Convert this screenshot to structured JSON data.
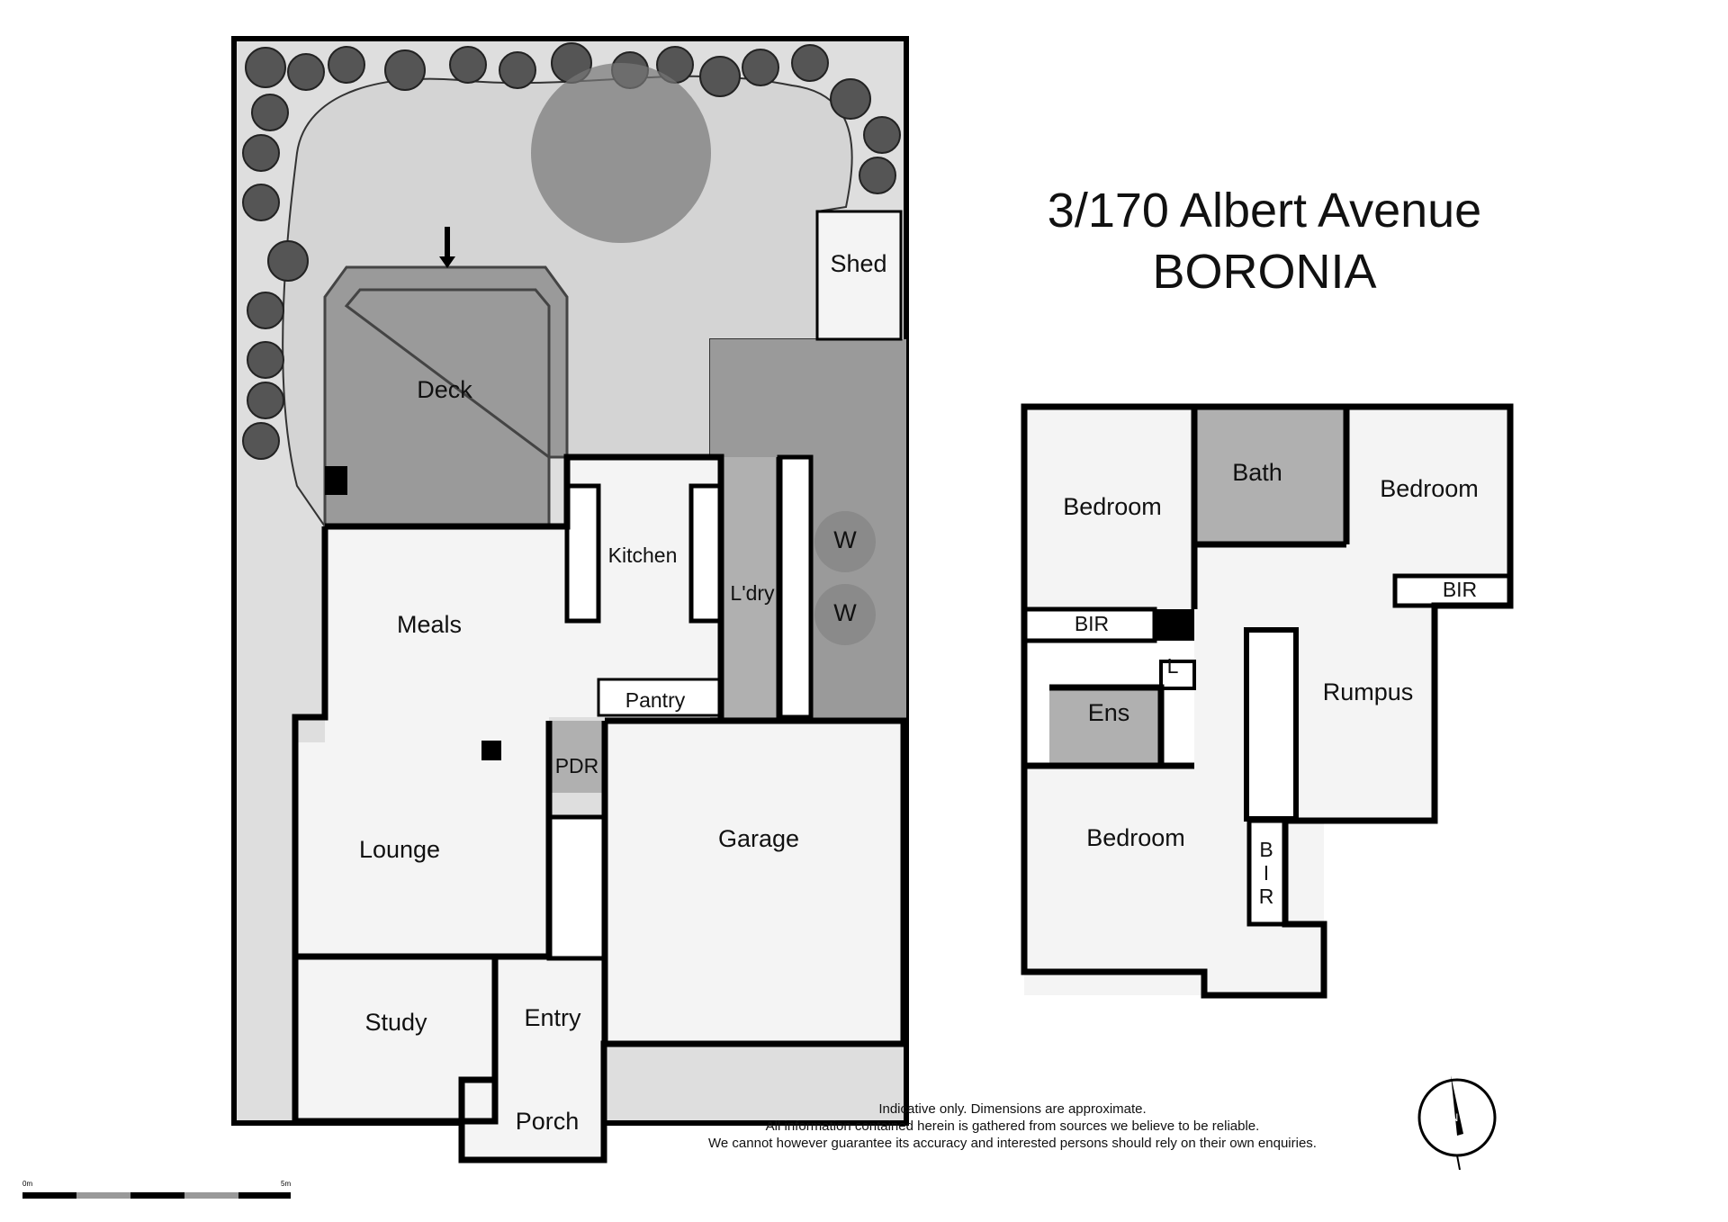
{
  "title": {
    "address": "3/170 Albert Avenue",
    "suburb": "BORONIA"
  },
  "ground_floor": {
    "deck": "Deck",
    "kitchen": "Kitchen",
    "laundry": "L'dry",
    "meals": "Meals",
    "pantry": "Pantry",
    "powder_room": "PDR",
    "lounge": "Lounge",
    "garage": "Garage",
    "study": "Study",
    "entry": "Entry",
    "porch": "Porch",
    "shed": "Shed",
    "water_tank_1": "W",
    "water_tank_2": "W"
  },
  "upper_floor": {
    "bedroom_1": "Bedroom",
    "bath": "Bath",
    "bedroom_2": "Bedroom",
    "bir_1": "BIR",
    "bir_2": "BIR",
    "linen": "L",
    "ensuite": "Ens",
    "rumpus": "Rumpus",
    "bedroom_3": "Bedroom",
    "bir_3": [
      "B",
      "I",
      "R"
    ]
  },
  "disclaimer": [
    "Indicative only. Dimensions are approximate.",
    "All information contained herein is gathered from sources we believe to be reliable.",
    "We cannot however guarantee its accuracy and interested persons should rely on their own enquiries."
  ],
  "scale_bar": {
    "start": "0m",
    "end": "5m"
  },
  "compass": {
    "label": "N",
    "icon": "north-arrow-icon"
  },
  "colors": {
    "wall": "#000000",
    "floor": "#f4f4f4",
    "wet_area": "#b0b0b0",
    "garden": "#dedede",
    "deck": "#9a9a9a"
  }
}
